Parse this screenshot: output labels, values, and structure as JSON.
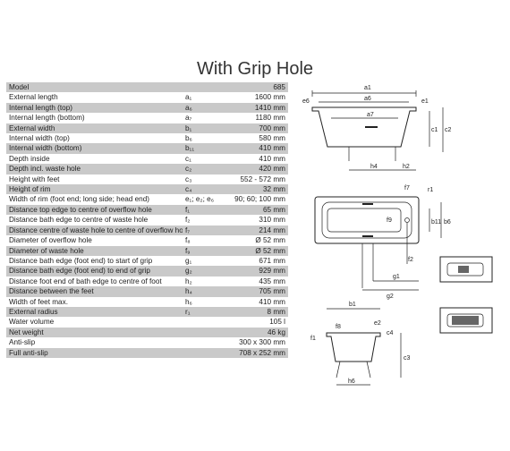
{
  "page": {
    "title": "With Grip Hole"
  },
  "table": {
    "rows": [
      {
        "label": "Model",
        "symbol": "",
        "value": "685"
      },
      {
        "label": "External length",
        "symbol": "a₁",
        "value": "1600 mm"
      },
      {
        "label": "Internal length (top)",
        "symbol": "a₆",
        "value": "1410 mm"
      },
      {
        "label": "Internal length (bottom)",
        "symbol": "a₇",
        "value": "1180 mm"
      },
      {
        "label": "External width",
        "symbol": "b₁",
        "value": "700 mm"
      },
      {
        "label": "Internal width (top)",
        "symbol": "b₆",
        "value": "580 mm"
      },
      {
        "label": "Internal width (bottom)",
        "symbol": "b₁₁",
        "value": "410 mm"
      },
      {
        "label": "Depth inside",
        "symbol": "c₁",
        "value": "410 mm"
      },
      {
        "label": "Depth incl. waste hole",
        "symbol": "c₂",
        "value": "420 mm"
      },
      {
        "label": "Height with feet",
        "symbol": "c₃",
        "value": "552 - 572 mm"
      },
      {
        "label": "Height of rim",
        "symbol": "c₄",
        "value": "32 mm"
      },
      {
        "label": "Width of rim (foot end; long side; head end)",
        "symbol": "e₁; e₂; e₆",
        "value": "90; 60; 100 mm"
      },
      {
        "label": "Distance top edge to centre of overflow hole",
        "symbol": "f₁",
        "value": "65 mm"
      },
      {
        "label": "Distance bath edge to centre of waste hole",
        "symbol": "f₂",
        "value": "310 mm"
      },
      {
        "label": "Distance centre of waste hole to centre of overflow hole",
        "symbol": "f₇",
        "value": "214 mm"
      },
      {
        "label": "Diameter of overflow hole",
        "symbol": "f₈",
        "value": "Ø 52 mm"
      },
      {
        "label": "Diameter of waste hole",
        "symbol": "f₉",
        "value": "Ø 52 mm"
      },
      {
        "label": "Distance bath edge (foot end) to start of grip",
        "symbol": "g₁",
        "value": "671 mm"
      },
      {
        "label": "Distance bath edge (foot end) to end of grip",
        "symbol": "g₂",
        "value": "929 mm"
      },
      {
        "label": "Distance foot end of bath edge to centre of foot",
        "symbol": "h₂",
        "value": "435 mm"
      },
      {
        "label": "Distance between the feet",
        "symbol": "h₄",
        "value": "705 mm"
      },
      {
        "label": "Width of feet max.",
        "symbol": "h₆",
        "value": "410 mm"
      },
      {
        "label": "External radius",
        "symbol": "r₁",
        "value": "8 mm"
      },
      {
        "label": "Water volume",
        "symbol": "",
        "value": "105 l"
      },
      {
        "label": "Net weight",
        "symbol": "",
        "value": "46 kg"
      },
      {
        "label": "Anti-slip",
        "symbol": "",
        "value": "300 x 300 mm"
      },
      {
        "label": "Full anti-slip",
        "symbol": "",
        "value": "708 x 252 mm"
      }
    ]
  },
  "diagram": {
    "side": {
      "a1": "a1",
      "a6": "a6",
      "a7": "a7",
      "e6": "e6",
      "e1": "e1",
      "c1": "c1",
      "c2": "c2",
      "h4": "h4",
      "h2": "h2"
    },
    "top": {
      "f7": "f7",
      "r1": "r1",
      "f9": "f9",
      "b11": "b11",
      "b6": "b6",
      "f2": "f2",
      "g1": "g1",
      "g2": "g2"
    },
    "end": {
      "b1": "b1",
      "f8": "f8",
      "e2": "e2",
      "f1": "f1",
      "c4": "c4",
      "c3": "c3",
      "h6": "h6"
    }
  }
}
